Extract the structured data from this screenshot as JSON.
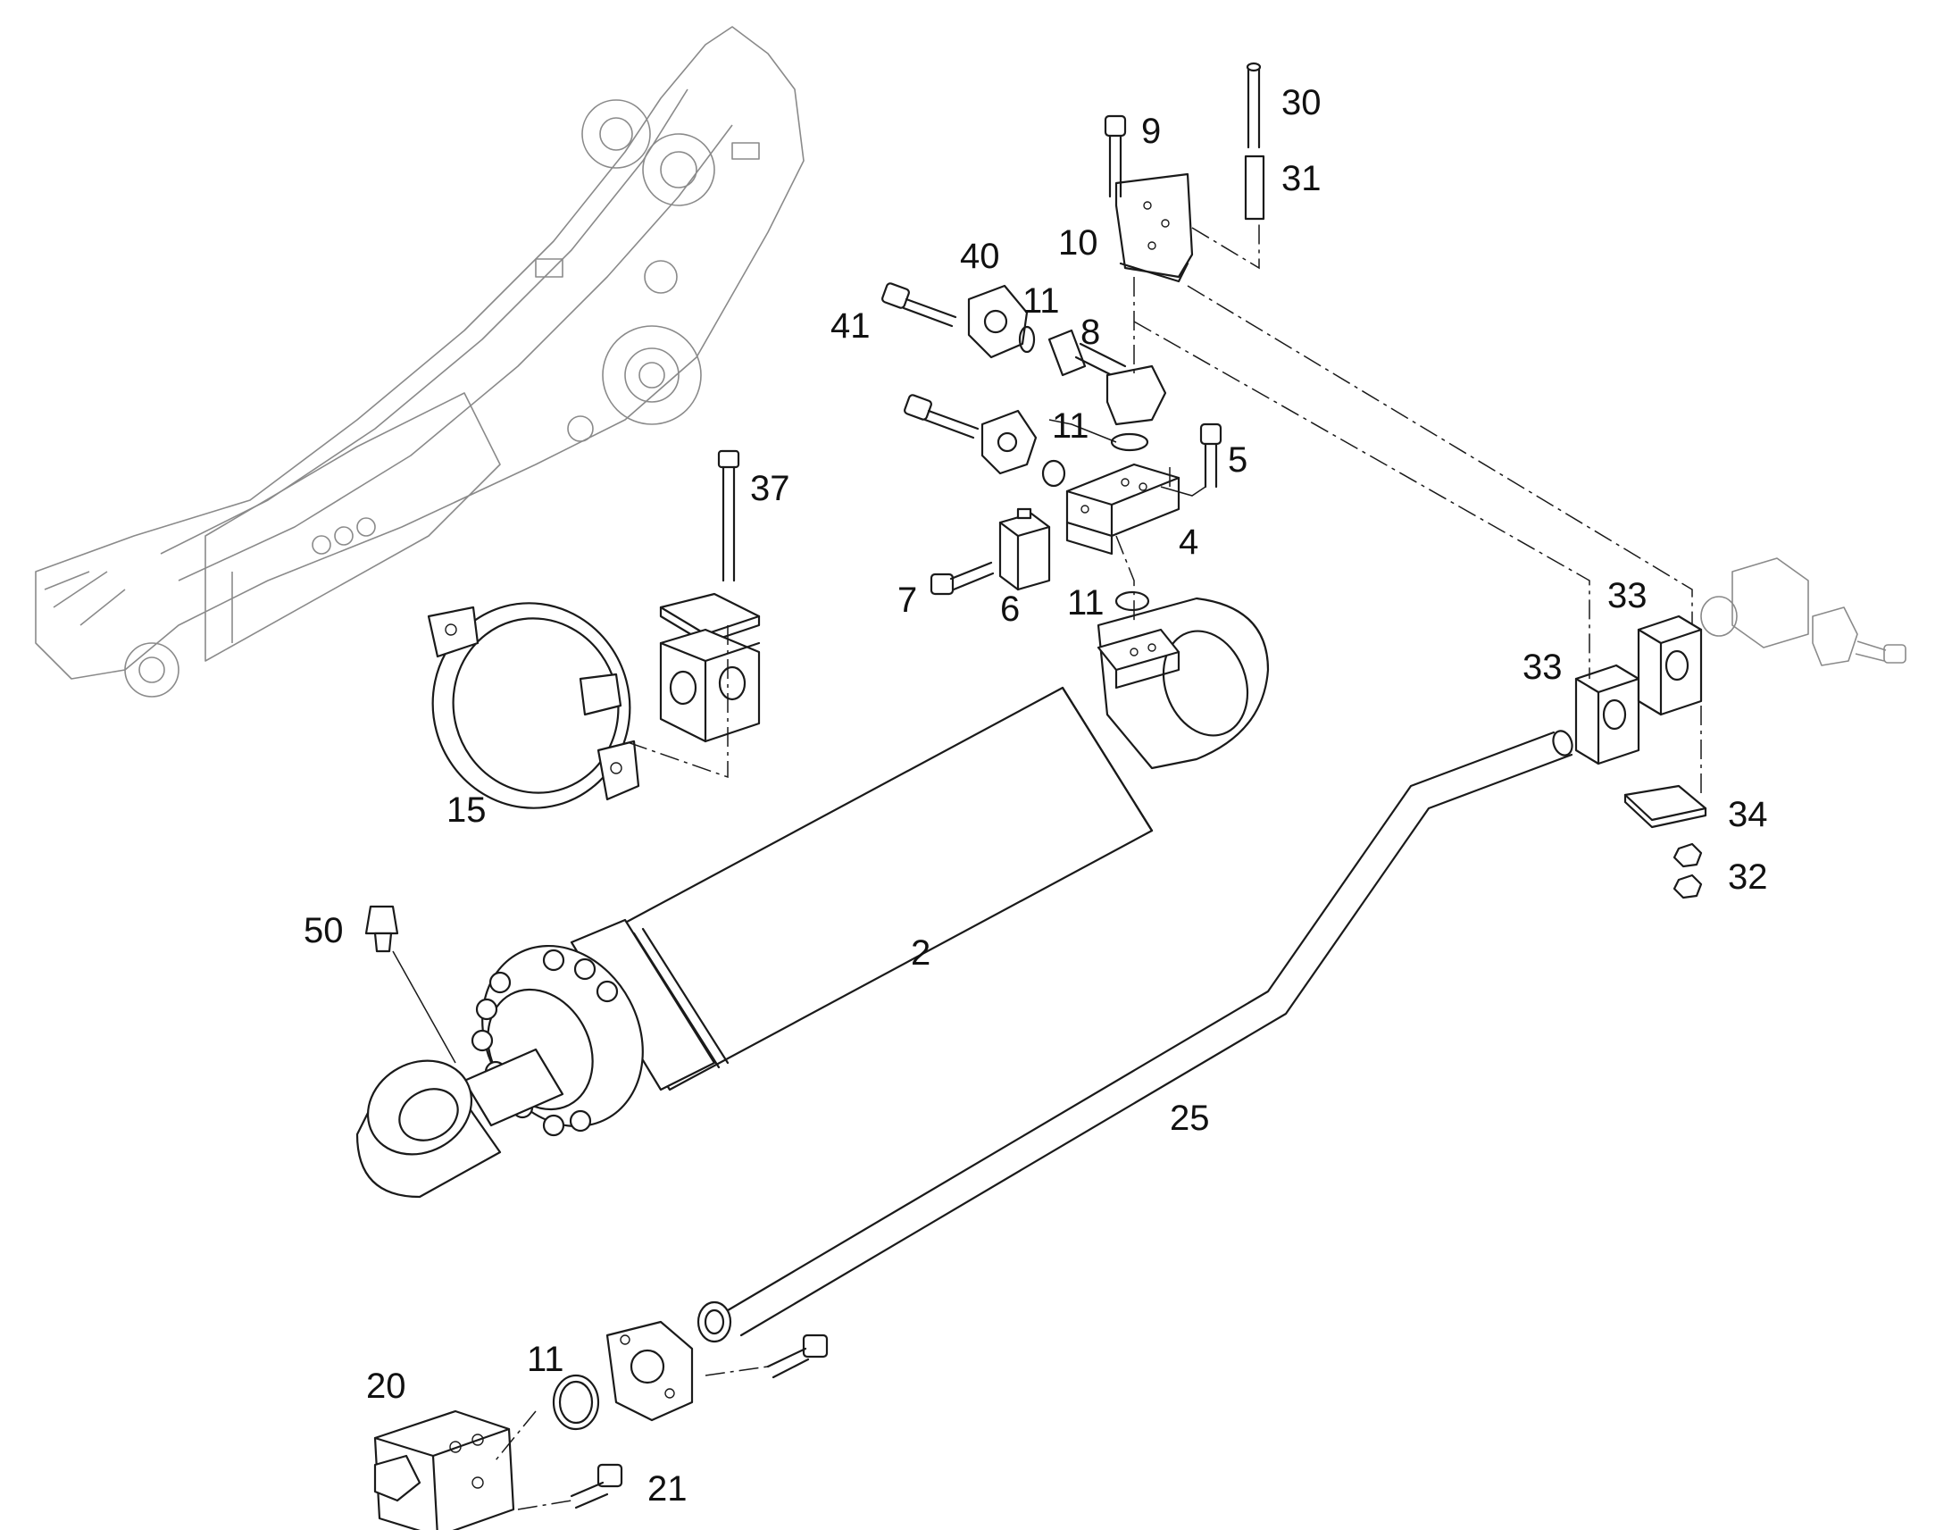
{
  "callouts": {
    "c30": "30",
    "c9": "9",
    "c31": "31",
    "c10": "10",
    "c40": "40",
    "c11a": "11",
    "c8": "8",
    "c41": "41",
    "c11b": "11",
    "c5": "5",
    "c37": "37",
    "c4": "4",
    "c7": "7",
    "c6": "6",
    "c11c": "11",
    "c33a": "33",
    "c33b": "33",
    "c15": "15",
    "c34": "34",
    "c32": "32",
    "c50": "50",
    "c2": "2",
    "c25": "25",
    "c11d": "11",
    "c20": "20",
    "c21": "21"
  }
}
